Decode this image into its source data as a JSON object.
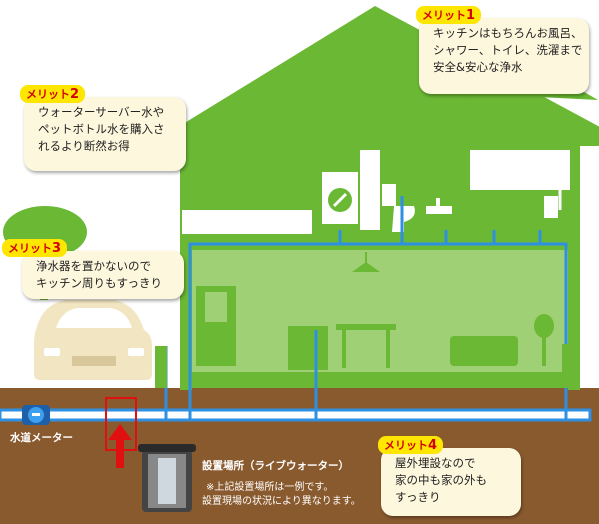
{
  "colors": {
    "house_green": "#6ab833",
    "pipe_blue": "#2f8fe0",
    "ground_brown": "#8a5a2f",
    "bubble_bg": "#fdf7dd",
    "badge_yellow": "#ffe600",
    "badge_red": "#d40000",
    "arrow_red": "#e01010"
  },
  "merits": [
    {
      "badge_text": "メリット",
      "badge_num": "1",
      "lines": [
        "キッチンはもちろんお風呂、",
        "シャワー、トイレ、洗濯まで",
        "安全&安心な浄水"
      ]
    },
    {
      "badge_text": "メリット",
      "badge_num": "2",
      "lines": [
        "ウォーターサーバー水や",
        "ペットボトル水を購入さ",
        "れるより断然お得"
      ]
    },
    {
      "badge_text": "メリット",
      "badge_num": "3",
      "lines": [
        "浄水器を置かないので",
        "キッチン周りもすっきり"
      ]
    },
    {
      "badge_text": "メリット",
      "badge_num": "4",
      "lines": [
        "屋外埋設なので",
        "家の中も家の外も",
        "すっきり"
      ]
    }
  ],
  "meter_label": "水道メーター",
  "install": {
    "title": "設置場所（ライブウォーター）",
    "note_line1": "※上記設置場所は一例です。",
    "note_line2": "設置現場の状況により異なります。"
  },
  "icons": [
    "house-silhouette-icon",
    "car-icon",
    "faucet-icon",
    "water-meter-icon",
    "water-filter-unit-icon",
    "up-arrow-icon",
    "toilet-icon",
    "washing-machine-icon",
    "shower-icon",
    "sink-icon",
    "sofa-icon",
    "plant-icon",
    "pendant-lamp-icon"
  ]
}
